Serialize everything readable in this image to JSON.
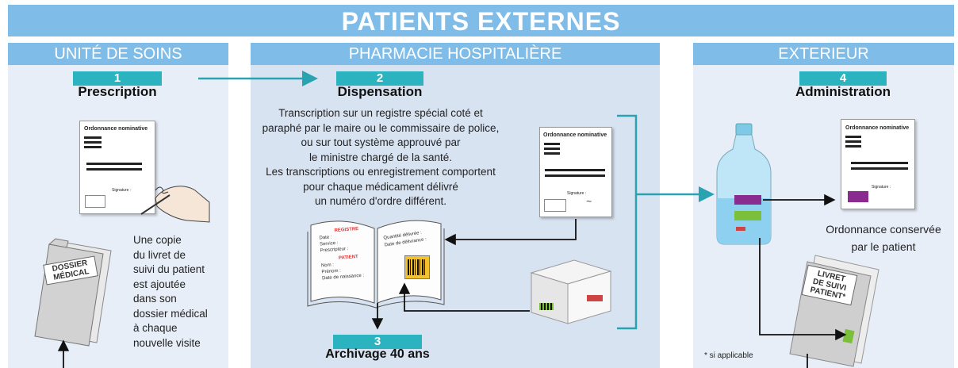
{
  "banner": {
    "title": "PATIENTS EXTERNES"
  },
  "columns": {
    "unite": {
      "header": "UNITÉ DE SOINS"
    },
    "pharmacie": {
      "header": "PHARMACIE HOSPITALIÈRE"
    },
    "exterieur": {
      "header": "EXTERIEUR"
    }
  },
  "steps": [
    {
      "number": "1",
      "title": "Prescription"
    },
    {
      "number": "2",
      "title": "Dispensation"
    },
    {
      "number": "3",
      "title": "Archivage 40 ans"
    },
    {
      "number": "4",
      "title": "Administration"
    }
  ],
  "dispensation_text": [
    "Transcription sur un registre spécial coté et",
    "paraphé par le maire ou le commissaire de police,",
    "ou sur tout système approuvé par",
    "le ministre chargé de la santé.",
    "Les transcriptions ou enregistrement comportent",
    "pour chaque médicament délivré",
    "un numéro d'ordre différent."
  ],
  "copy_text": [
    "Une copie",
    "du livret de",
    "suivi du patient",
    "est ajoutée",
    "dans son",
    "dossier médical",
    "à chaque",
    "nouvelle visite"
  ],
  "ordonnance": {
    "title": "Ordonnance nominative",
    "signature_label": "Signature :"
  },
  "dossier_label": [
    "DOSSIER",
    "MÉDICAL"
  ],
  "livret_label": [
    "LIVRET",
    "DE SUIVI",
    "PATIENT*"
  ],
  "ordonnance_conservee": [
    "Ordonnance conservée",
    "par le patient"
  ],
  "footnote": "* si applicable",
  "registre": {
    "left_title": "REGISTRE",
    "left_lines": [
      "Date :",
      "Service :",
      "Prescripteur :"
    ],
    "left_title2": "PATIENT",
    "left_lines2": [
      "Nom :",
      "Prénom :",
      "Date de naissance :"
    ],
    "right_lines": [
      "Quantité délivrée :",
      "Date de délivrance :"
    ]
  },
  "colors": {
    "banner": "#7fbde8",
    "step": "#2bb3bf",
    "column_bg": "#e8eef8",
    "arrow": "#2aa3b0"
  }
}
